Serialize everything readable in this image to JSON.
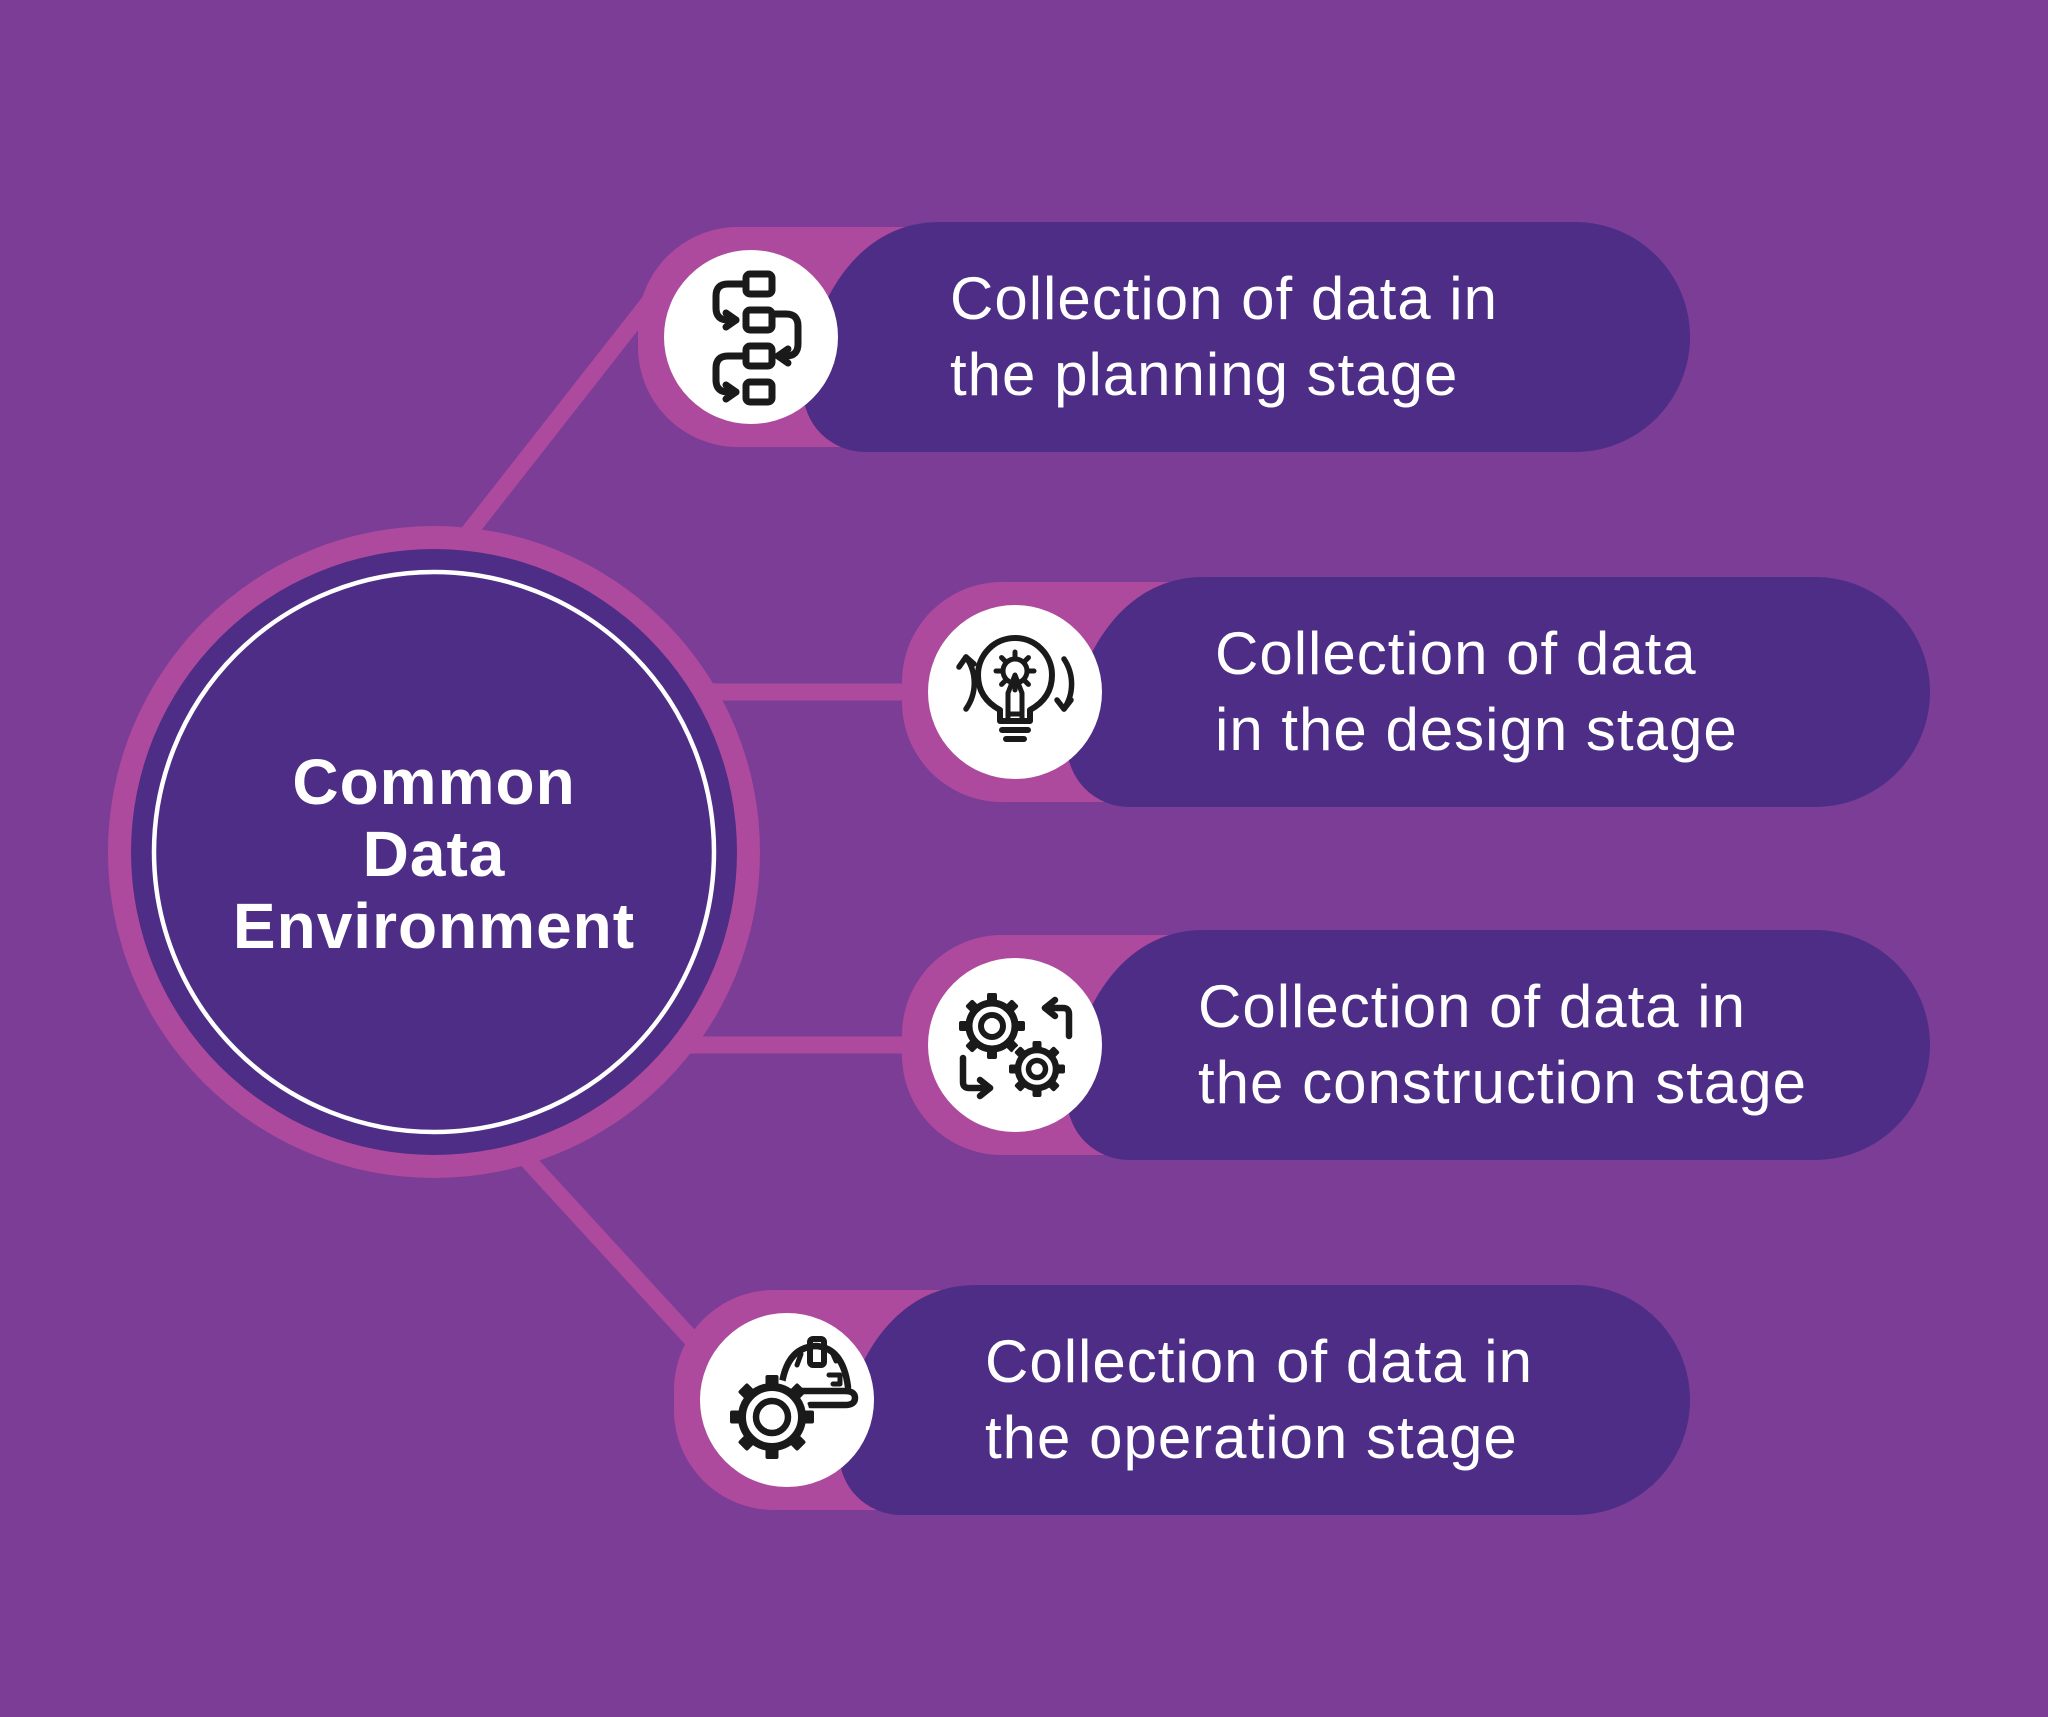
{
  "title": {
    "line1": "Common",
    "line2": "Data",
    "line3": "Environment"
  },
  "nodes": [
    {
      "id": "planning",
      "icon": "workflow-icon",
      "line1": "Collection of data in",
      "line2": "the planning stage"
    },
    {
      "id": "design",
      "icon": "idea-gear-pencil-icon",
      "line1": "Collection of data",
      "line2": "in the design stage"
    },
    {
      "id": "construction",
      "icon": "gears-process-icon",
      "line1": "Collection of data in",
      "line2": "the construction stage"
    },
    {
      "id": "operation",
      "icon": "gear-hardhat-icon",
      "line1": "Collection of data in",
      "line2": "the operation stage"
    }
  ],
  "colors": {
    "background": "#7b3d96",
    "accent_magenta": "#ae4a9d",
    "dark_purple": "#4e2d86",
    "icon_stroke": "#1a1a1a",
    "text": "#ffffff",
    "icon_background": "#ffffff"
  }
}
